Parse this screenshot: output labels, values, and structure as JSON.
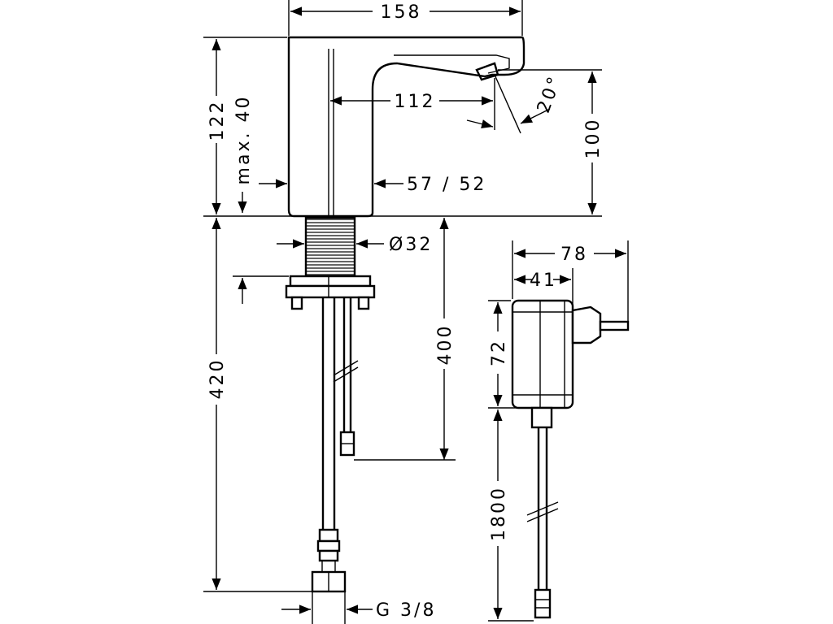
{
  "dimensions": {
    "top_width": "158",
    "total_height": "122",
    "max_deck": "max. 40",
    "spout_reach": "112",
    "spray_angle": "20°",
    "spout_height": "100",
    "body_width": "57 / 52",
    "shank_diameter": "Ø32",
    "shank_length": "400",
    "hose_length": "420",
    "thread": "G 3/8",
    "psu_width": "78",
    "psu_body_width": "41",
    "psu_height": "72",
    "psu_cable": "1800"
  }
}
